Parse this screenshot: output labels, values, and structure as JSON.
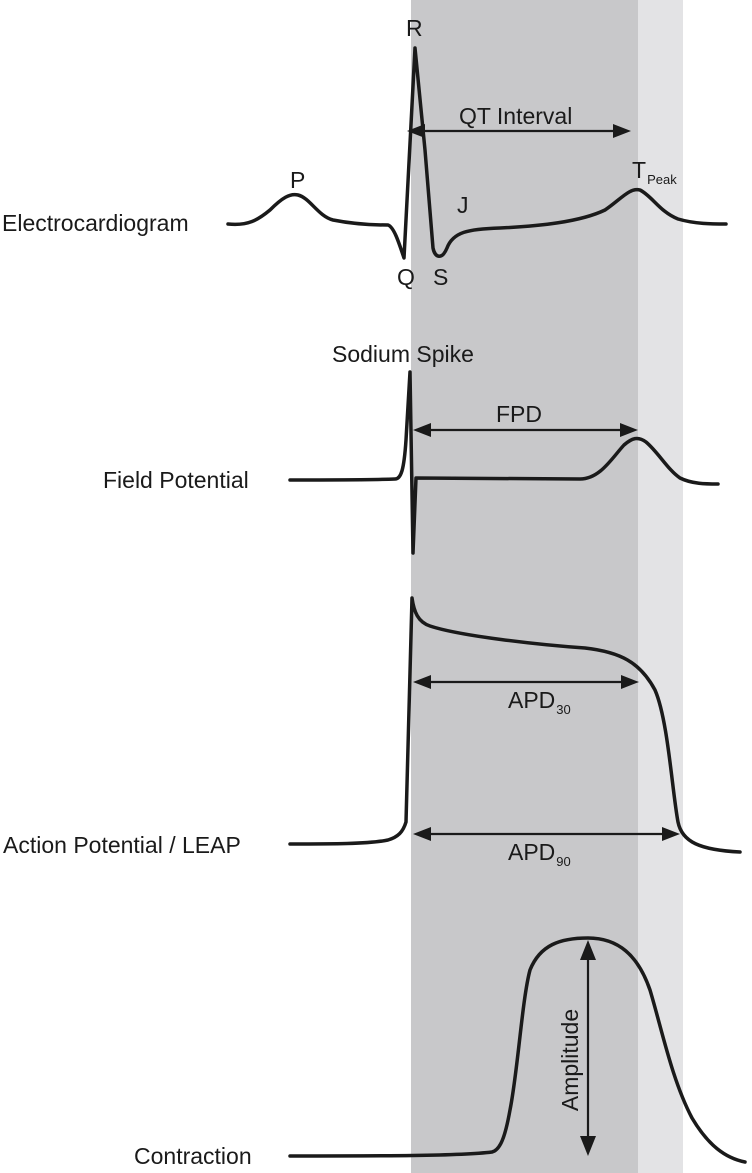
{
  "colors": {
    "band_dark": "#c8c8ca",
    "band_light": "#e3e3e5",
    "trace": "#1a1a1a"
  },
  "traces": {
    "ecg": {
      "label": "Electrocardiogram",
      "peaks": {
        "p": "P",
        "q": "Q",
        "r": "R",
        "s": "S",
        "j": "J",
        "t_main": "T",
        "t_sub": "Peak"
      },
      "interval_label": "QT Interval"
    },
    "field": {
      "label": "Field Potential",
      "spike_label": "Sodium Spike",
      "interval_label": "FPD"
    },
    "action": {
      "label": "Action Potential / LEAP",
      "apd30_main": "APD",
      "apd30_sub": "30",
      "apd90_main": "APD",
      "apd90_sub": "90"
    },
    "contraction": {
      "label": "Contraction",
      "amplitude_label": "Amplitude"
    }
  }
}
